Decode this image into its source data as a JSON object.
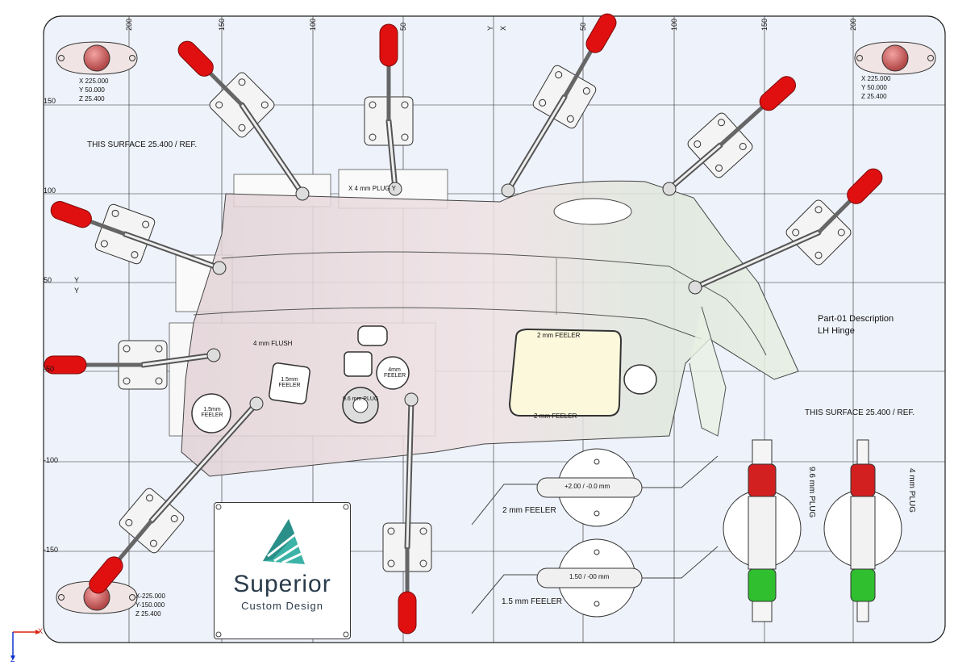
{
  "axes": {
    "top_ticks": [
      "200",
      "150",
      "100",
      "50",
      "Y",
      "X",
      "50",
      "100",
      "150",
      "200"
    ],
    "left_ticks": [
      "150",
      "100",
      "50",
      "Y",
      "Y",
      "-50",
      "-100",
      "-150"
    ]
  },
  "coords": {
    "top_left": [
      "X 225.000",
      "Y 50.000",
      "Z 25.400"
    ],
    "top_right": [
      "X 225.000",
      "Y 50.000",
      "Z 25.400"
    ],
    "bottom_left": [
      "X-225.000",
      "Y-150.000",
      "Z 25.400"
    ]
  },
  "surface_notes": {
    "left": "THIS SURFACE 25.400 / REF.",
    "right": "THIS SURFACE 25.400 / REF."
  },
  "part": {
    "line1": "Part-01 Description",
    "line2": "LH Hinge"
  },
  "tool_labels": {
    "feeler_2mm": "2 mm FEELER",
    "feeler_15mm": "1.5 mm FEELER",
    "pin_96": "9.6 mm PLUG",
    "pin_4": "4 mm PLUG",
    "feeler_2mm_body": "+2.00 / -0.0 mm",
    "feeler_15mm_body": "1.50 / -00 mm"
  },
  "part_labels": {
    "top_slot": "X 4 mm PLUG Y",
    "flush_left": "4 mm FLUSH",
    "feeler_15_circle": "1.5mm FEELER",
    "feeler_15_square": "1.5mm FEELER",
    "plug_96": "9.6 mm PLUG",
    "feeler_4mm": "4mm FEELER",
    "window_top": "2 mm FEELER",
    "window_bottom": "2 mm FEELER"
  },
  "logo": {
    "brand": "Superior",
    "sub": "Custom Design"
  },
  "triad": {
    "x": "X",
    "z": "Z"
  },
  "colors": {
    "clamp_handle": "#e01010",
    "go_gauge": "#2fbf2f",
    "nogo_gauge": "#d22020",
    "window": "#fbf8dc"
  }
}
